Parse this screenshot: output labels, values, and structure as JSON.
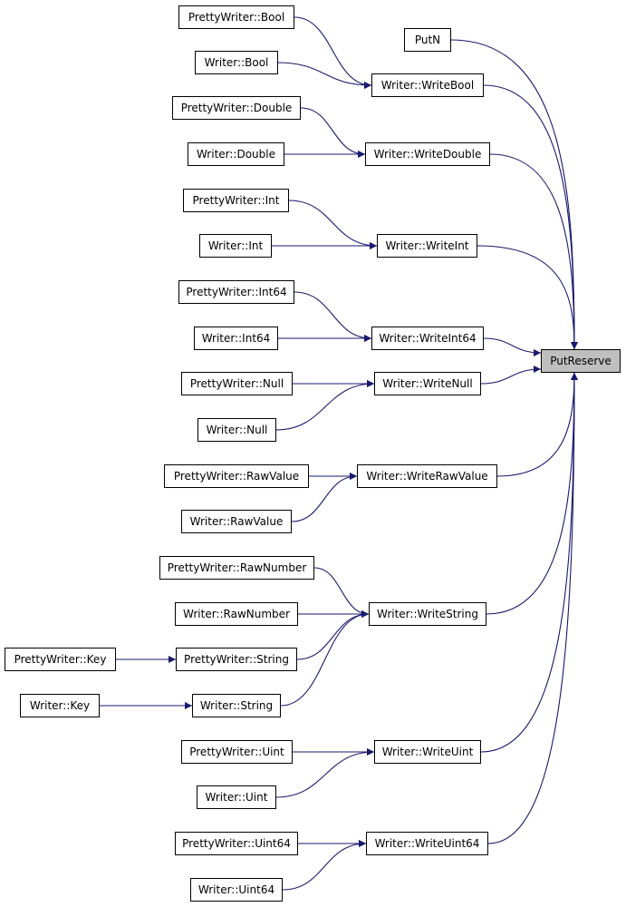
{
  "graph": {
    "nodes": {
      "putreserve": "PutReserve",
      "putn": "PutN",
      "writebool": "Writer::WriteBool",
      "pw_bool": "PrettyWriter::Bool",
      "w_bool": "Writer::Bool",
      "writedouble": "Writer::WriteDouble",
      "pw_double": "PrettyWriter::Double",
      "w_double": "Writer::Double",
      "writeint": "Writer::WriteInt",
      "pw_int": "PrettyWriter::Int",
      "w_int": "Writer::Int",
      "writeint64": "Writer::WriteInt64",
      "pw_int64": "PrettyWriter::Int64",
      "w_int64": "Writer::Int64",
      "writenull": "Writer::WriteNull",
      "pw_null": "PrettyWriter::Null",
      "w_null": "Writer::Null",
      "writerawvalue": "Writer::WriteRawValue",
      "pw_rawvalue": "PrettyWriter::RawValue",
      "w_rawvalue": "Writer::RawValue",
      "writestring": "Writer::WriteString",
      "pw_rawnumber": "PrettyWriter::RawNumber",
      "w_rawnumber": "Writer::RawNumber",
      "pw_string": "PrettyWriter::String",
      "pw_key": "PrettyWriter::Key",
      "w_string": "Writer::String",
      "w_key": "Writer::Key",
      "writeuint": "Writer::WriteUint",
      "pw_uint": "PrettyWriter::Uint",
      "w_uint": "Writer::Uint",
      "writeuint64": "Writer::WriteUint64",
      "pw_uint64": "PrettyWriter::Uint64",
      "w_uint64": "Writer::Uint64"
    },
    "edges": [
      [
        "putn",
        "putreserve"
      ],
      [
        "writebool",
        "putreserve"
      ],
      [
        "writedouble",
        "putreserve"
      ],
      [
        "writeint",
        "putreserve"
      ],
      [
        "writeint64",
        "putreserve"
      ],
      [
        "writenull",
        "putreserve"
      ],
      [
        "writerawvalue",
        "putreserve"
      ],
      [
        "writestring",
        "putreserve"
      ],
      [
        "writeuint",
        "putreserve"
      ],
      [
        "writeuint64",
        "putreserve"
      ],
      [
        "pw_bool",
        "writebool"
      ],
      [
        "w_bool",
        "writebool"
      ],
      [
        "pw_double",
        "writedouble"
      ],
      [
        "w_double",
        "writedouble"
      ],
      [
        "pw_int",
        "writeint"
      ],
      [
        "w_int",
        "writeint"
      ],
      [
        "pw_int64",
        "writeint64"
      ],
      [
        "w_int64",
        "writeint64"
      ],
      [
        "pw_null",
        "writenull"
      ],
      [
        "w_null",
        "writenull"
      ],
      [
        "pw_rawvalue",
        "writerawvalue"
      ],
      [
        "w_rawvalue",
        "writerawvalue"
      ],
      [
        "pw_rawnumber",
        "writestring"
      ],
      [
        "w_rawnumber",
        "writestring"
      ],
      [
        "pw_string",
        "writestring"
      ],
      [
        "w_string",
        "writestring"
      ],
      [
        "pw_key",
        "pw_string"
      ],
      [
        "w_key",
        "w_string"
      ],
      [
        "pw_uint",
        "writeuint"
      ],
      [
        "w_uint",
        "writeuint"
      ],
      [
        "pw_uint64",
        "writeuint64"
      ],
      [
        "w_uint64",
        "writeuint64"
      ]
    ]
  },
  "colors": {
    "edge": "#191970",
    "node_border": "#000000",
    "node_fill": "#ffffff",
    "focus_fill": "#bfbfbf"
  }
}
